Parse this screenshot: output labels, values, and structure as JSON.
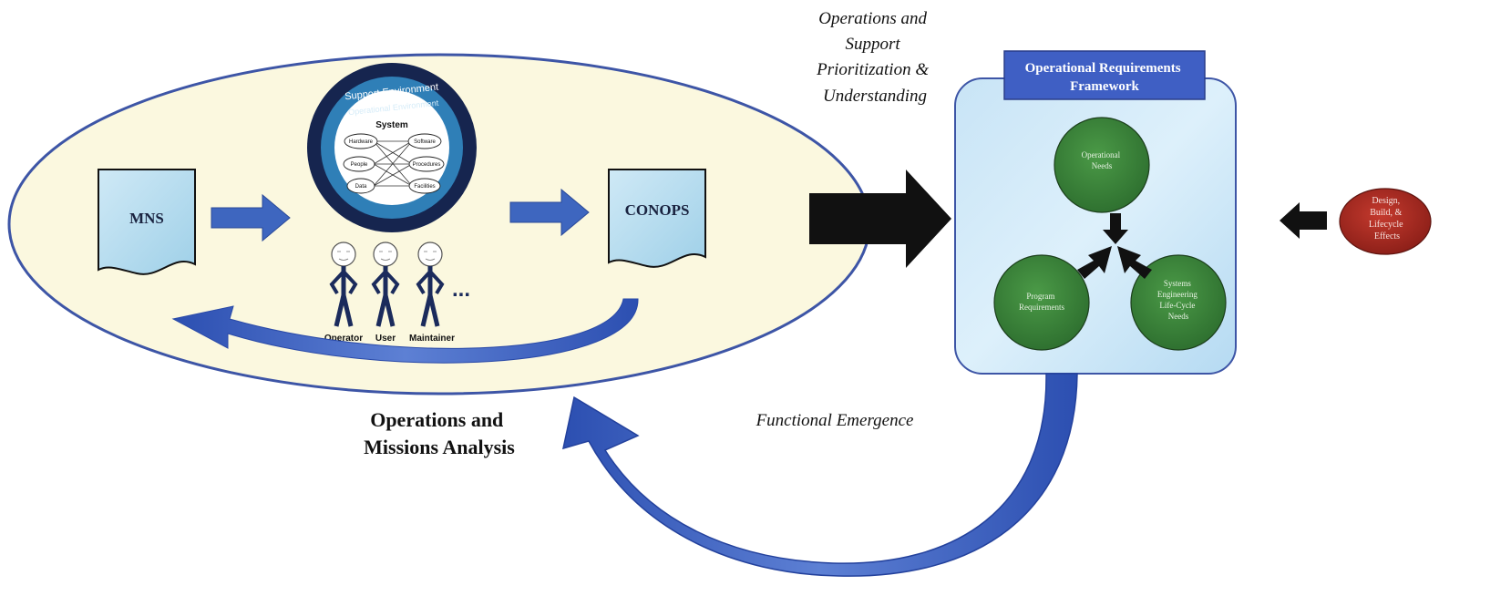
{
  "documents": {
    "mns": "MNS",
    "conops": "CONOPS"
  },
  "system_graphic": {
    "outer_ring": "Support Environment",
    "inner_ring": "Operational Environment",
    "core": "System",
    "components": [
      "Hardware",
      "Software",
      "People",
      "Procedures",
      "Data",
      "Facilities"
    ]
  },
  "roles": [
    "Operator",
    "User",
    "Maintainer"
  ],
  "roles_ellipsis": "...",
  "analysis_label": [
    "Operations and",
    "Missions Analysis"
  ],
  "top_caption": [
    "Operations and",
    "Support",
    "Prioritization &",
    "Understanding"
  ],
  "framework": {
    "title": [
      "Operational Requirements",
      "Framework"
    ],
    "nodes": {
      "operational_needs": [
        "Operational",
        "Needs"
      ],
      "program_requirements": [
        "Program",
        "Requirements"
      ],
      "systems_engineering": [
        "Systems",
        "Engineering",
        "Life-Cycle",
        "Needs"
      ]
    }
  },
  "design_effects": [
    "Design,",
    "Build, &",
    "Lifecycle",
    "Effects"
  ],
  "bottom_caption": "Functional Emergence",
  "colors": {
    "ellipse_fill": "#fbf8df",
    "ellipse_stroke": "#3d55a6",
    "doc_fill": "#b6dcee",
    "blue_arrow": "#3e66bf",
    "navy": "#1b2b5c",
    "node_green": "#3f8a3c",
    "title_bar": "#3f5fc4",
    "red_node": "#b43026"
  }
}
